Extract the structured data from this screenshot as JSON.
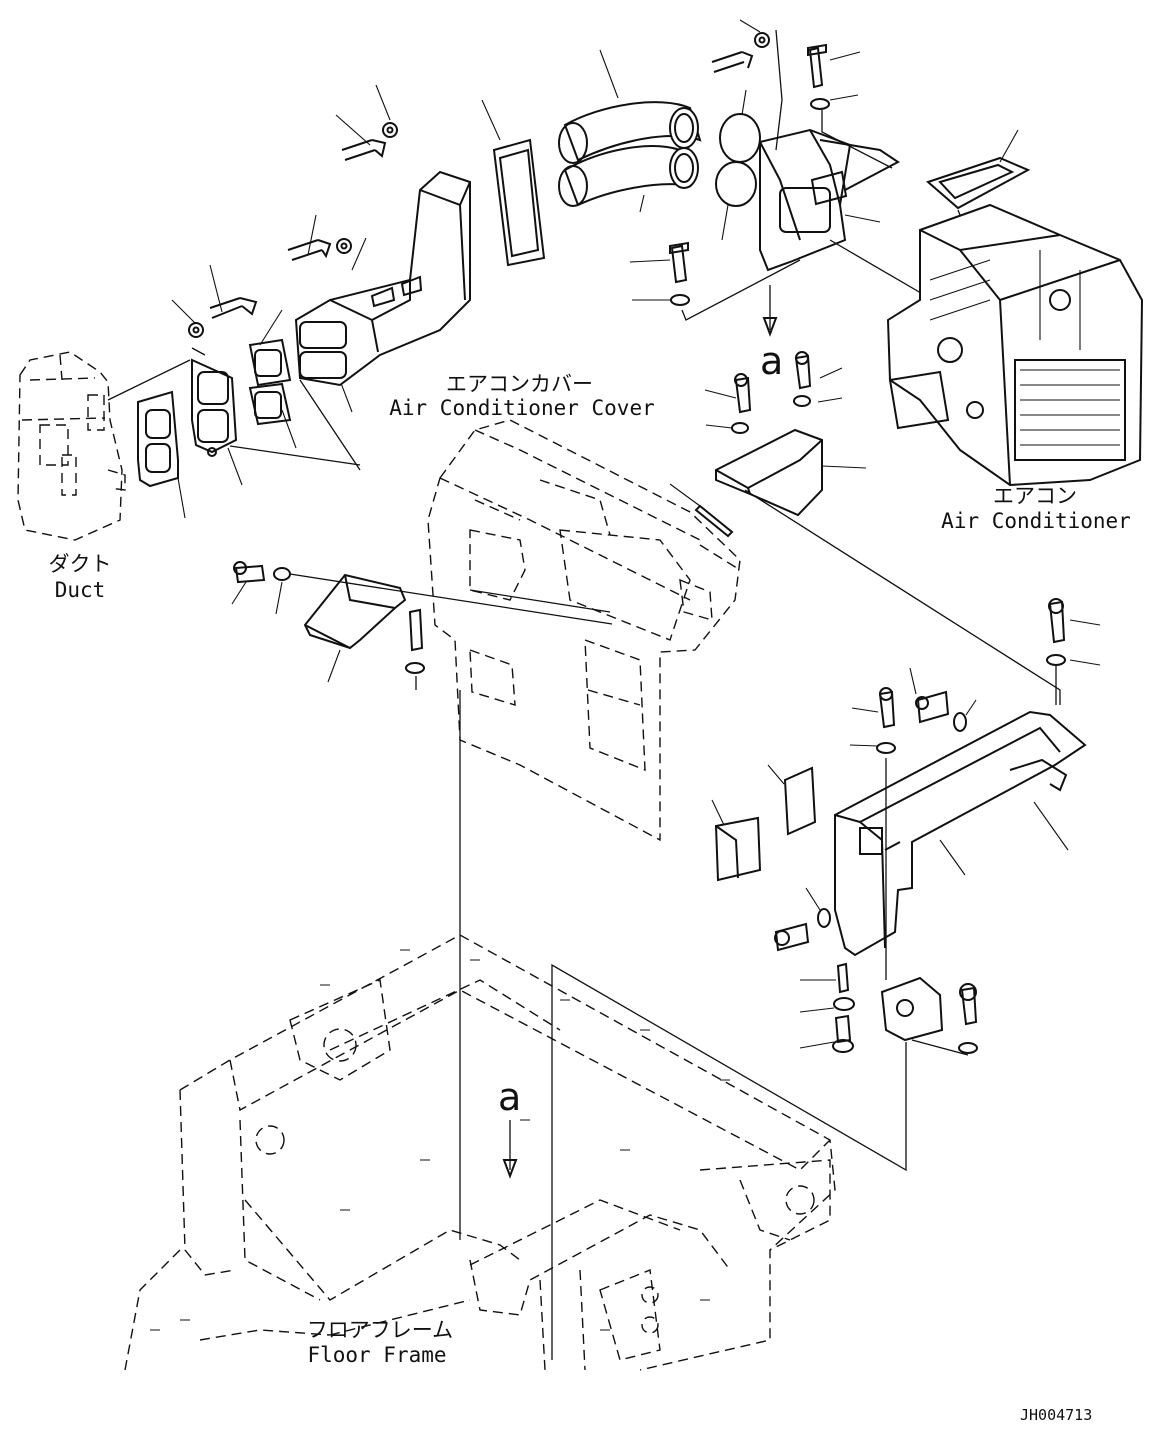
{
  "labels": {
    "duct_jp": "ダクト",
    "duct_en": "Duct",
    "cover_jp": "エアコンカバー",
    "cover_en": "Air Conditioner Cover",
    "ac_jp": "エアコン",
    "ac_en": "Air Conditioner",
    "floor_jp": "フロアフレーム",
    "floor_en": "Floor Frame"
  },
  "reference_marks": {
    "upper": "a",
    "lower": "a"
  },
  "document_id": "JH004713"
}
